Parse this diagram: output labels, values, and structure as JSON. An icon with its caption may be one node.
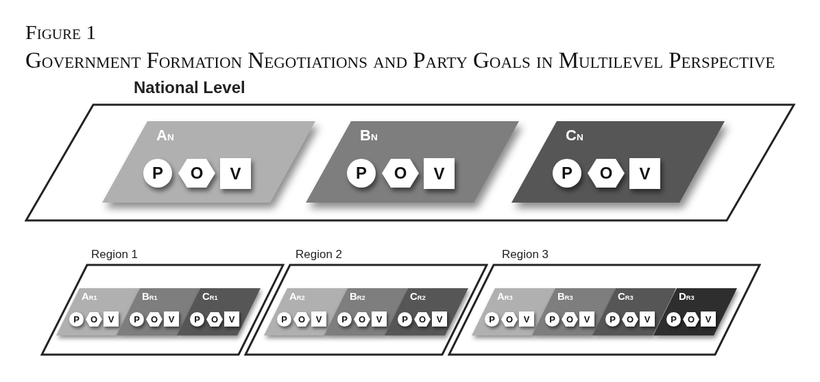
{
  "diagram": {
    "title": "Government Formation Negotiations and Party Goals in Multilevel Perspective",
    "nodes": [
      {
        "text": [
          "National Level"
        ]
      },
      {
        "text": [
          "A$_{N}$"
        ],
        "in": 0
      },
      {
        "text": [
          "P"
        ],
        "in": 1
      },
      {
        "text": [
          "O"
        ],
        "in": 1
      },
      {
        "text": [
          "V"
        ],
        "in": 1
      },
      {
        "text": [
          "B$_{N}$"
        ],
        "in": 0
      },
      {
        "text": [
          "P"
        ],
        "in": 5
      },
      {
        "text": [
          "O"
        ],
        "in": 5
      },
      {
        "text": [
          "V"
        ],
        "in": 5
      },
      {
        "text": [
          "C$_{N}$"
        ],
        "in": 0
      },
      {
        "text": [
          "P"
        ],
        "in": 9
      },
      {
        "text": [
          "O"
        ],
        "in": 9
      },
      {
        "text": [
          "V"
        ],
        "in": 9
      },
      {
        "text": [
          "Region 1"
        ]
      },
      {
        "text": [
          "A$_{R1}$"
        ],
        "in": 13
      },
      {
        "text": [
          "P"
        ],
        "in": 14
      },
      {
        "text": [
          "O"
        ],
        "in": 14
      },
      {
        "text": [
          "V"
        ],
        "in": 14
      },
      {
        "text": [
          "B$_{R1}$"
        ],
        "in": 13
      },
      {
        "text": [
          "P"
        ],
        "in": 18
      },
      {
        "text": [
          "O"
        ],
        "in": 18
      },
      {
        "text": [
          "V"
        ],
        "in": 18
      },
      {
        "text": [
          "C$_{R1}$"
        ],
        "in": 13
      },
      {
        "text": [
          "P"
        ],
        "in": 22
      },
      {
        "text": [
          "O"
        ],
        "in": 22
      },
      {
        "text": [
          "V"
        ],
        "in": 22
      },
      {
        "text": [
          "Region 2"
        ]
      },
      {
        "text": [
          "A$_{R2}$"
        ],
        "in": 26
      },
      {
        "text": [
          "P"
        ],
        "in": 27
      },
      {
        "text": [
          "O"
        ],
        "in": 27
      },
      {
        "text": [
          "V"
        ],
        "in": 27
      },
      {
        "text": [
          "B$_{R2}$"
        ],
        "in": 26
      },
      {
        "text": [
          "P"
        ],
        "in": 31
      },
      {
        "text": [
          "O"
        ],
        "in": 31
      },
      {
        "text": [
          "V"
        ],
        "in": 31
      },
      {
        "text": [
          "C$_{R2}$"
        ],
        "in": 26
      },
      {
        "text": [
          "P"
        ],
        "in": 35
      },
      {
        "text": [
          "O"
        ],
        "in": 35
      },
      {
        "text": [
          "V"
        ],
        "in": 35
      },
      {
        "text": [
          "Region 3"
        ]
      },
      {
        "text": [
          "A$_{R3}$"
        ],
        "in": 39
      },
      {
        "text": [
          "P"
        ],
        "in": 40
      },
      {
        "text": [
          "O"
        ],
        "in": 40
      },
      {
        "text": [
          "V"
        ],
        "in": 40
      },
      {
        "text": [
          "B$_{R3}$"
        ],
        "in": 39
      },
      {
        "text": [
          "P"
        ],
        "in": 44
      },
      {
        "text": [
          "O"
        ],
        "in": 44
      },
      {
        "text": [
          "V"
        ],
        "in": 44
      },
      {
        "text": [
          "C$_{R3}$"
        ],
        "in": 39
      },
      {
        "text": [
          "P"
        ],
        "in": 48
      },
      {
        "text": [
          "O"
        ],
        "in": 48
      },
      {
        "text": [
          "V"
        ],
        "in": 48
      },
      {
        "text": [
          "D$_{R3}$"
        ],
        "in": 39
      },
      {
        "text": [
          "P"
        ],
        "in": 52
      },
      {
        "text": [
          "O"
        ],
        "in": 52
      },
      {
        "text": [
          "V"
        ],
        "in": 52
      }
    ],
    "labels": [
      "Figure 1"
    ]
  }
}
